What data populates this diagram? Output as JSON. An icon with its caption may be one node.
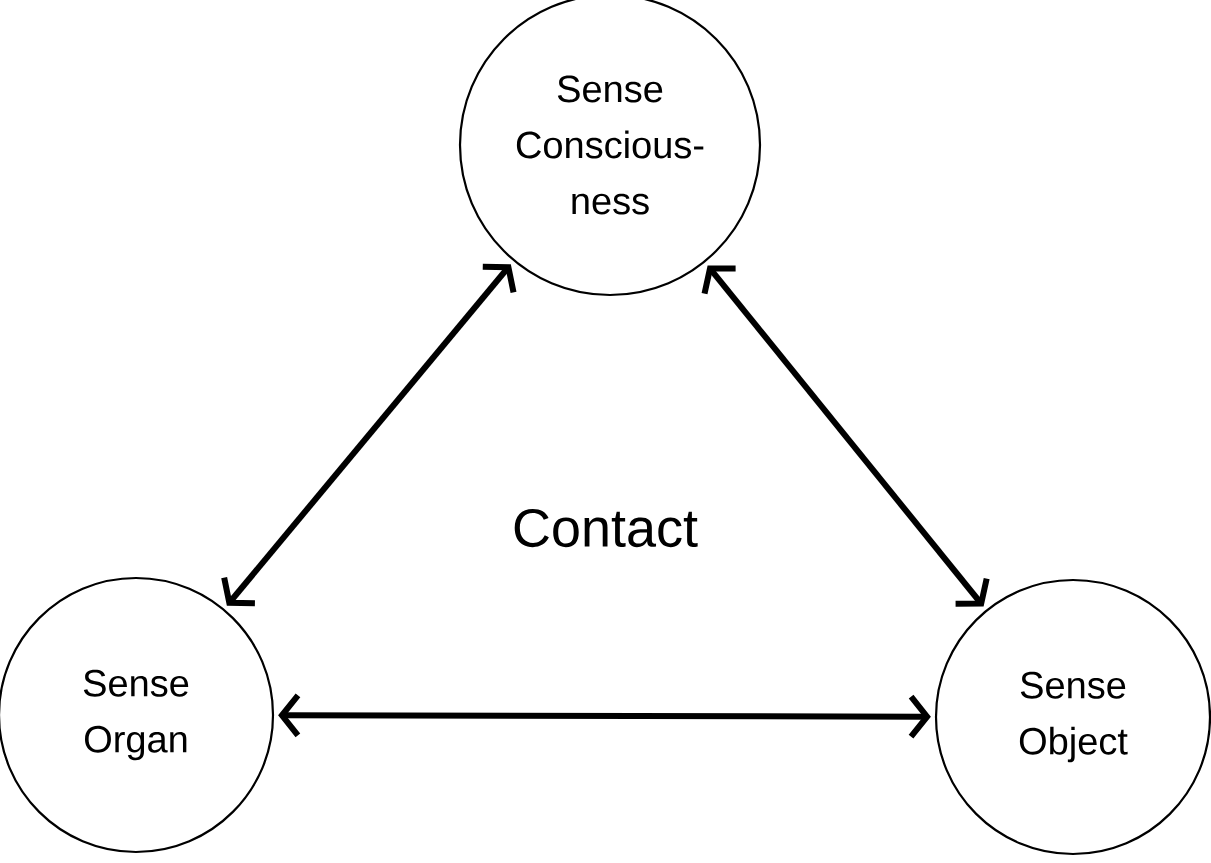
{
  "diagram": {
    "nodes": [
      {
        "text": [
          "Sense Conscious- ness"
        ]
      },
      {
        "text": [
          "Sense Organ"
        ]
      },
      {
        "text": [
          "Sense Object"
        ]
      }
    ],
    "edges": [
      {
        "from": 0,
        "to": 1,
        "arrow": "both"
      },
      {
        "from": 0,
        "to": 2,
        "arrow": "both"
      },
      {
        "from": 1,
        "to": 2,
        "arrow": "both"
      }
    ],
    "labels": [
      "Contact"
    ]
  }
}
